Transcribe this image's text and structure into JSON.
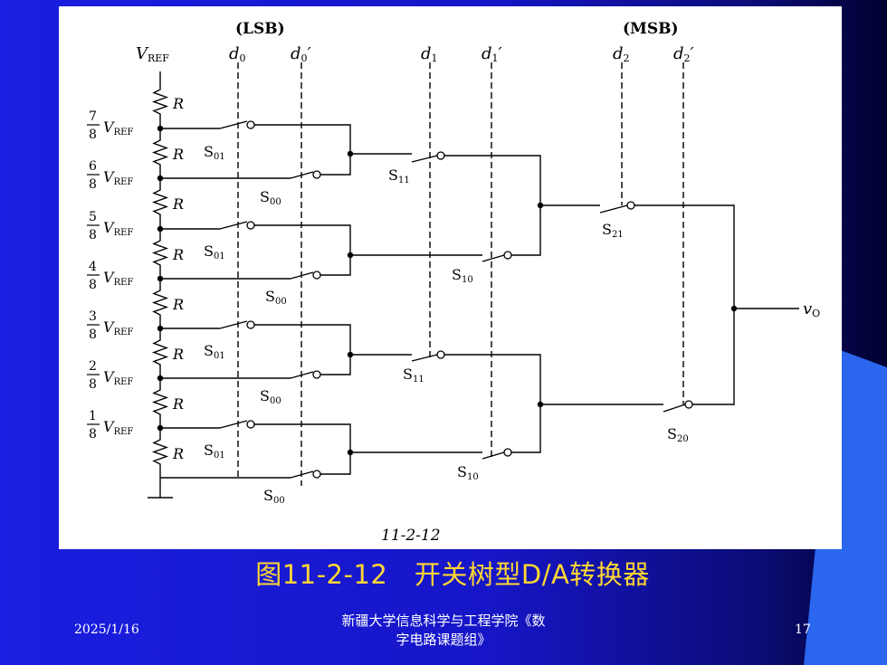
{
  "slide": {
    "caption": "图11-2-12　开关树型D/A转换器",
    "footer_date": "2025/1/16",
    "footer_org_line1": "新疆大学信息科学与工程学院《数",
    "footer_org_line2": "字电路课题组》",
    "page_number": "17"
  },
  "diagram": {
    "lsb_label": "(LSB)",
    "msb_label": "(MSB)",
    "vref_label": "V",
    "vref_sub": "REF",
    "control_lines": [
      {
        "main": "d",
        "sub": "0",
        "prime": ""
      },
      {
        "main": "d",
        "sub": "0",
        "prime": "′"
      },
      {
        "main": "d",
        "sub": "1",
        "prime": ""
      },
      {
        "main": "d",
        "sub": "1",
        "prime": "′"
      },
      {
        "main": "d",
        "sub": "2",
        "prime": ""
      },
      {
        "main": "d",
        "sub": "2",
        "prime": "′"
      }
    ],
    "resistor_label": "R",
    "taps": [
      {
        "num": "7",
        "den": "8"
      },
      {
        "num": "6",
        "den": "8"
      },
      {
        "num": "5",
        "den": "8"
      },
      {
        "num": "4",
        "den": "8"
      },
      {
        "num": "3",
        "den": "8"
      },
      {
        "num": "2",
        "den": "8"
      },
      {
        "num": "1",
        "den": "8"
      }
    ],
    "switches": {
      "s01": {
        "main": "S",
        "sub": "01"
      },
      "s00": {
        "main": "S",
        "sub": "00"
      },
      "s11": {
        "main": "S",
        "sub": "11"
      },
      "s10": {
        "main": "S",
        "sub": "10"
      },
      "s21": {
        "main": "S",
        "sub": "21"
      },
      "s20": {
        "main": "S",
        "sub": "20"
      }
    },
    "output_label": "v",
    "output_sub": "O",
    "figure_number": "11-2-12"
  }
}
